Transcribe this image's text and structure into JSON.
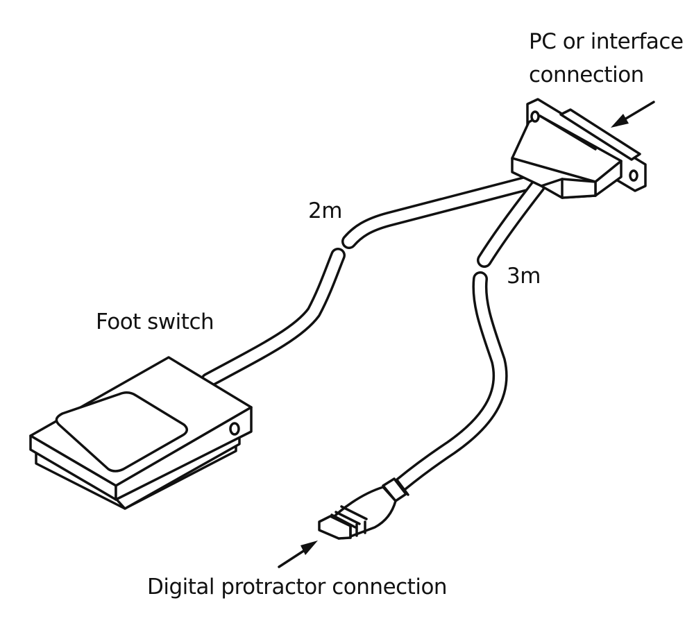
{
  "diagram": {
    "title": "Digital protractor foot switch cable set",
    "labels": {
      "pc_connection_line1": "PC or interface",
      "pc_connection_line2": "connection",
      "cable_length_foot_switch": "2m",
      "cable_length_protractor": "3m",
      "foot_switch": "Foot switch",
      "protractor_connection": "Digital protractor connection"
    },
    "components": [
      {
        "id": "pc-connector",
        "name": "PC or interface connection",
        "type": "D-sub connector"
      },
      {
        "id": "foot-switch",
        "name": "Foot switch",
        "cable_length": "2m"
      },
      {
        "id": "protractor-plug",
        "name": "Digital protractor connection",
        "cable_length": "3m"
      }
    ],
    "colors": {
      "line": "#111111",
      "background": "#ffffff"
    }
  }
}
